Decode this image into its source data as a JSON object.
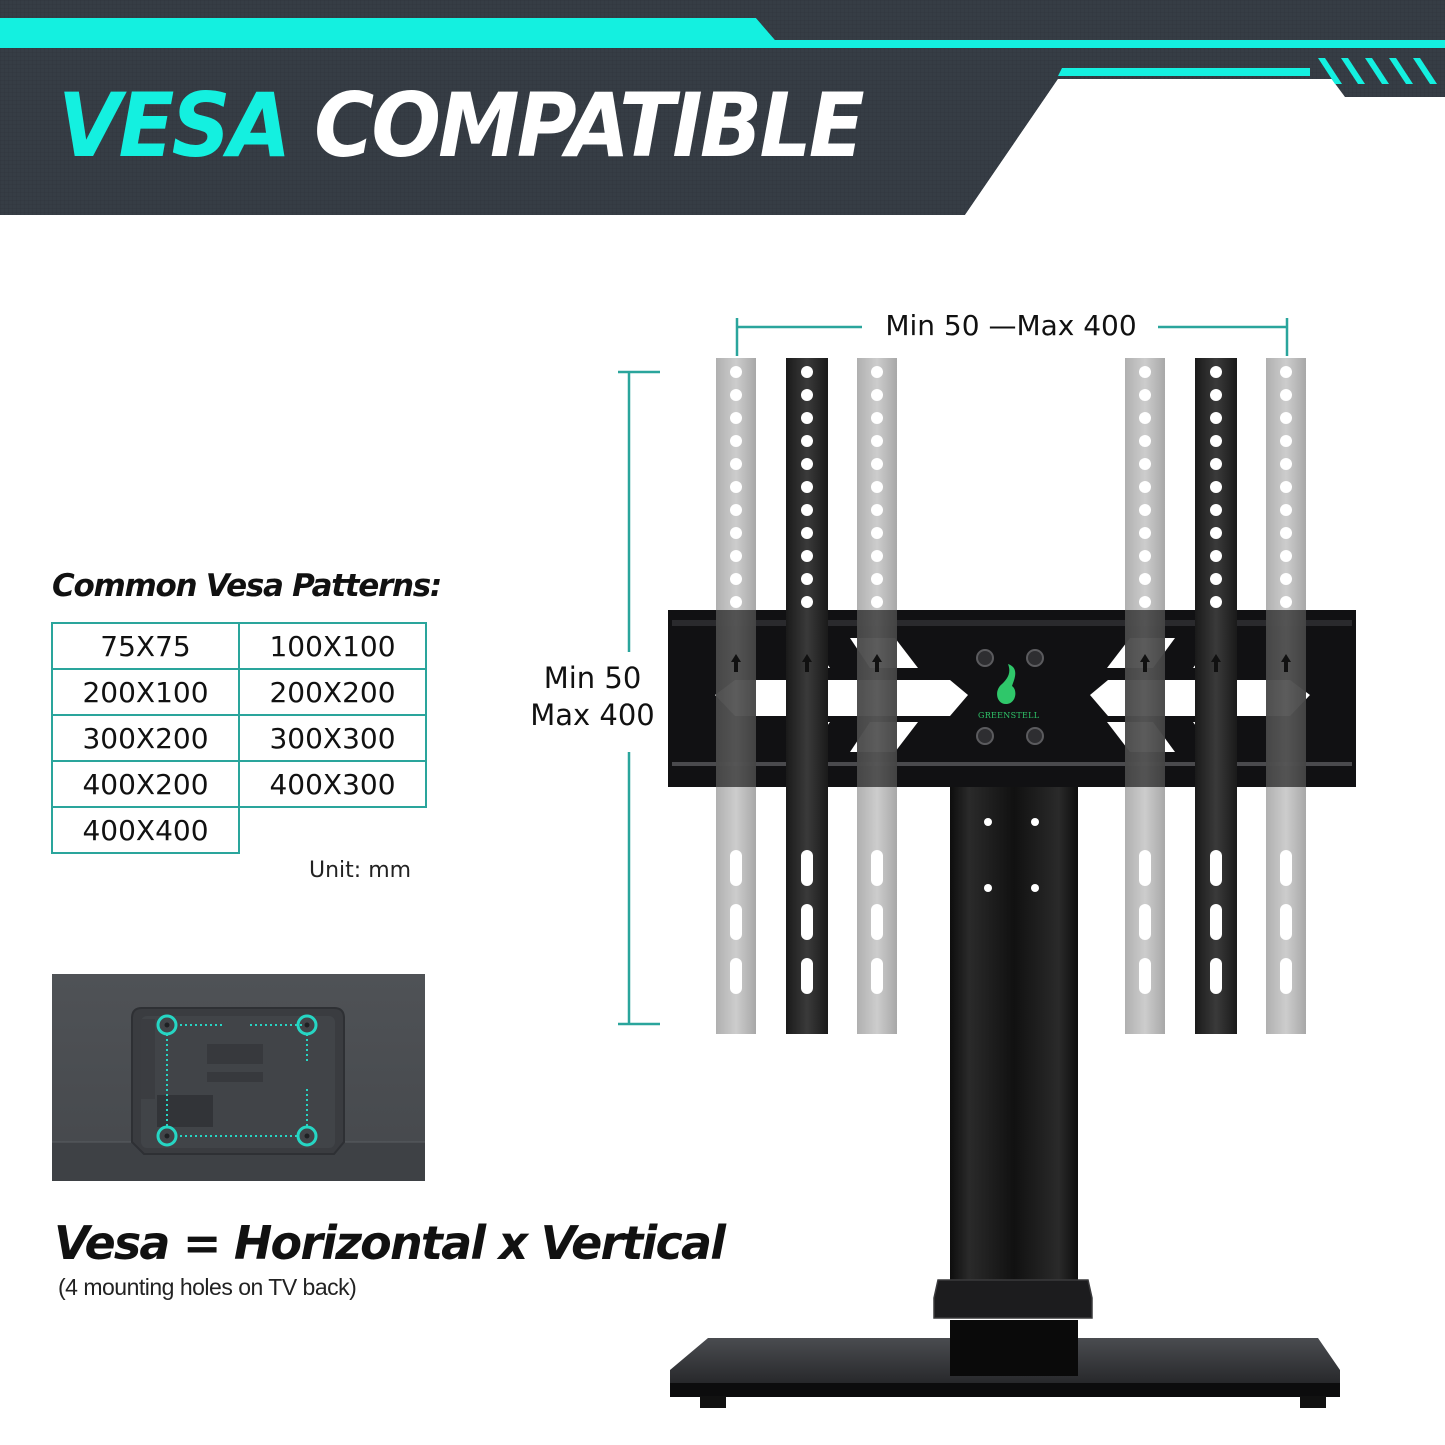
{
  "header": {
    "title_accent": "VESA",
    "title_main": "COMPATIBLE",
    "colors": {
      "background": "#363d45",
      "accent": "#14f0e0",
      "text": "#ffffff"
    }
  },
  "patterns": {
    "title": "Common Vesa Patterns:",
    "rows": [
      [
        "75X75",
        "100X100"
      ],
      [
        "200X100",
        "200X200"
      ],
      [
        "300X200",
        "300X300"
      ],
      [
        "400X200",
        "400X300"
      ],
      [
        "400X400",
        ""
      ]
    ],
    "unit": "Unit: mm",
    "border_color": "#2aa59c"
  },
  "tv_back": {
    "icon": "tv-back-mounting-holes-icon",
    "hole_count": 4,
    "highlight_color": "#26d6c4"
  },
  "formula": {
    "text": "Vesa = Horizontal x Vertical",
    "note": "(4 mounting holes on TV back)"
  },
  "stand": {
    "horizontal_dimension": "Min 50 —Max 400",
    "vertical_dimension_line1": "Min 50",
    "vertical_dimension_line2": "Max 400",
    "brand": "GREENSTELL",
    "dimension_color": "#2aa59c",
    "brand_color": "#2fc76a"
  }
}
